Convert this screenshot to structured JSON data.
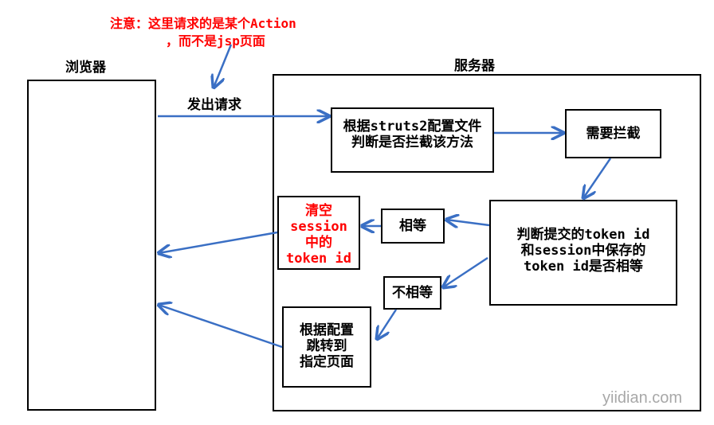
{
  "note": {
    "line1": "注意：这里请求的是某个Action",
    "line2": "，而不是jsp页面",
    "color": "#ff0000"
  },
  "browser": {
    "title": "浏览器"
  },
  "server": {
    "title": "服务器"
  },
  "request_label": "发出请求",
  "nodes": {
    "struts_check": {
      "line1": "根据struts2配置文件",
      "line2": "判断是否拦截该方法"
    },
    "need_intercept": {
      "label": "需要拦截"
    },
    "compare_token": {
      "line1": "判断提交的token id",
      "line2": "和session中保存的",
      "line3": "token id是否相等"
    },
    "equal": {
      "label": "相等"
    },
    "not_equal": {
      "label": "不相等"
    },
    "clear_session": {
      "line1": "清空",
      "line2": "session",
      "line3": "中的",
      "line4": "token id",
      "color": "#ff0000"
    },
    "redirect": {
      "line1": "根据配置",
      "line2": "跳转到",
      "line3": "指定页面"
    }
  },
  "watermark": "yiidian.com",
  "arrow_color": "#3a6fc4"
}
